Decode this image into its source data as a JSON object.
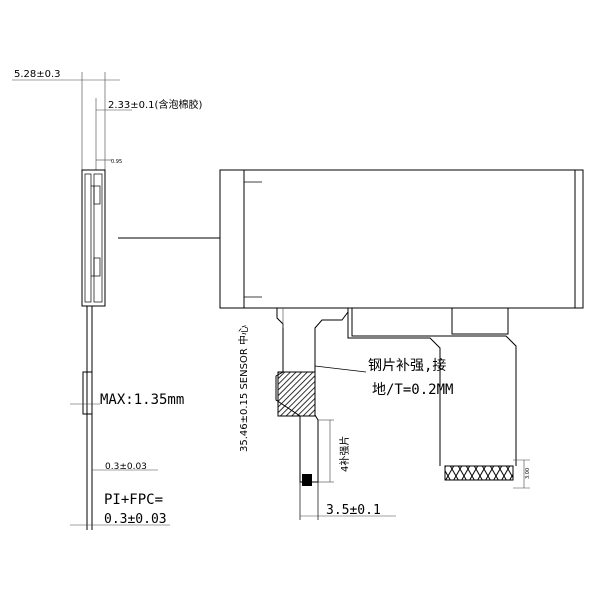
{
  "dimensions": {
    "total_thickness": "5.28±0.3",
    "panel_thickness": "2.33±0.1(含泡棉胶)",
    "small_gap": "0.95",
    "max_component": "MAX:1.35mm",
    "fpc_thickness_top": "0.3±0.03",
    "pi_fpc_label": "PI+FPC=",
    "pi_fpc_value": "0.3±0.03",
    "sensor_distance": "35.46±0.15 SENSOR 中心",
    "stiffener_width": "3.5±0.1",
    "stiffener_length": "4补强片",
    "connector_height": "3.00"
  },
  "notes": {
    "steel_stiffener_line1": "钢片补强,接",
    "steel_stiffener_line2": "地/T=0.2MM"
  }
}
